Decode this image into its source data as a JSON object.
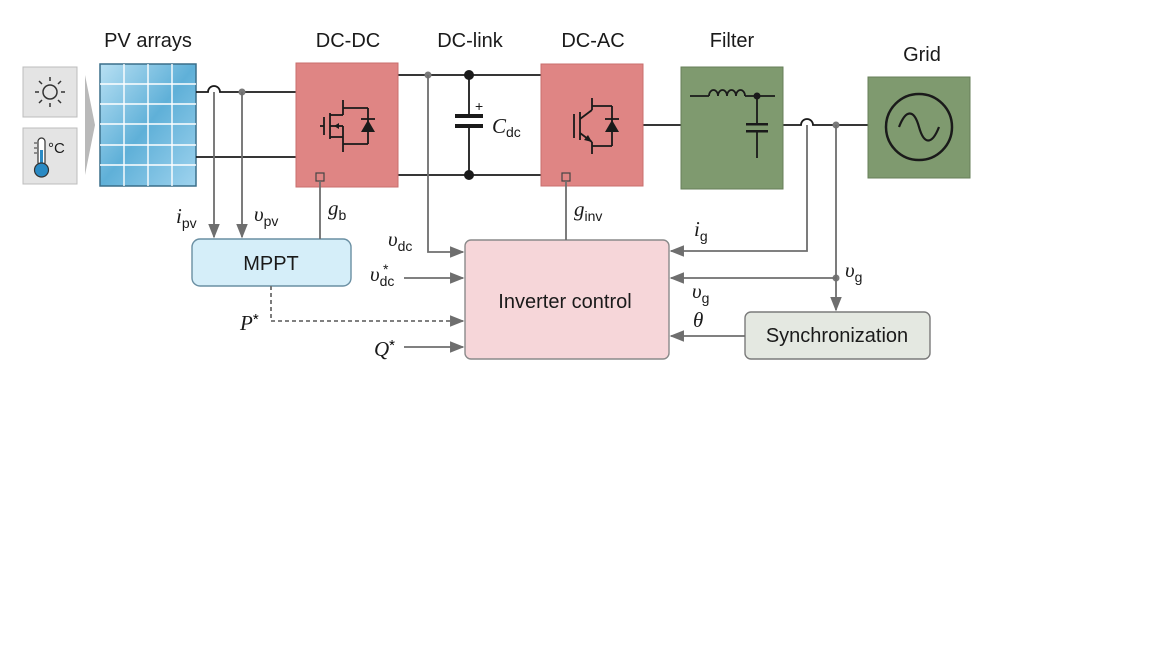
{
  "titles": {
    "pv_arrays": "PV arrays",
    "dcdc": "DC-DC",
    "dclink": "DC-link",
    "dcac": "DC-AC",
    "filter": "Filter",
    "grid": "Grid"
  },
  "blocks": {
    "mppt": "MPPT",
    "inverter_control": "Inverter control",
    "synchronization": "Synchronization"
  },
  "sensors": {
    "temperature_unit": "°C"
  },
  "signals": {
    "i_pv": {
      "sym": "i",
      "sub": "pv"
    },
    "v_pv": {
      "sym": "υ",
      "sub": "pv"
    },
    "g_b": {
      "sym": "g",
      "sub": "b"
    },
    "v_dc": {
      "sym": "υ",
      "sub": "dc"
    },
    "v_dc_ref": {
      "sym": "υ",
      "sub": "dc",
      "sup": "*"
    },
    "p_ref": {
      "sym": "P",
      "sup": "*"
    },
    "q_ref": {
      "sym": "Q",
      "sup": "*"
    },
    "g_inv": {
      "sym": "g",
      "sub": "inv"
    },
    "i_g": {
      "sym": "i",
      "sub": "g"
    },
    "v_g_right": {
      "sym": "υ",
      "sub": "g"
    },
    "v_g_left": {
      "sym": "υ",
      "sub": "g"
    },
    "theta": {
      "sym": "θ"
    }
  },
  "capacitor": {
    "sym": "C",
    "sub": "dc",
    "polarity": "+"
  },
  "colors": {
    "converter_fill": "#df8584",
    "filter_fill": "#7f9a6f",
    "grid_fill": "#7f9a6f",
    "mppt_fill": "#d5eef9",
    "inverter_control_fill": "#f6d6d9",
    "sync_fill": "#e4e8e1",
    "sensor_fill": "#e4e4e4",
    "panel_fill": "#7fc2e2",
    "line": "#6e6e6e"
  }
}
